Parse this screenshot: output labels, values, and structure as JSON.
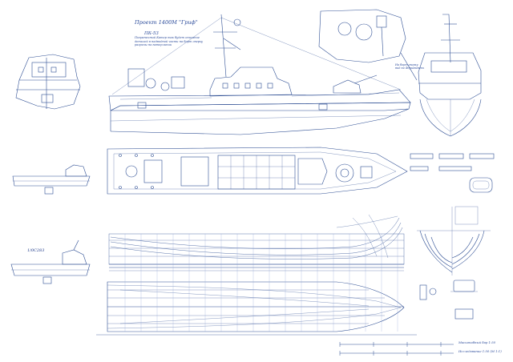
{
  "drawing": {
    "title": "Проект 1400М \"Гриф\"",
    "code": "ПК-53",
    "note_lines": [
      "Пограничный Катер так будет описание",
      "деталей в надводной части на борт сверху",
      "разрезы на ватерлинии"
    ],
    "side_view_label": "1/0С283",
    "callout_lines": [
      "На борт сверху",
      "вид на Форштевень"
    ],
    "scale_line_1": "Масштабный бар 1:50",
    "scale_line_2": "Исследование 1:50 (М 1:1)"
  },
  "colors": {
    "ink": "#2f4f94",
    "ink_light": "#8aa3d6",
    "annotation": "#2a4a9a",
    "paper": "#ffffff"
  }
}
